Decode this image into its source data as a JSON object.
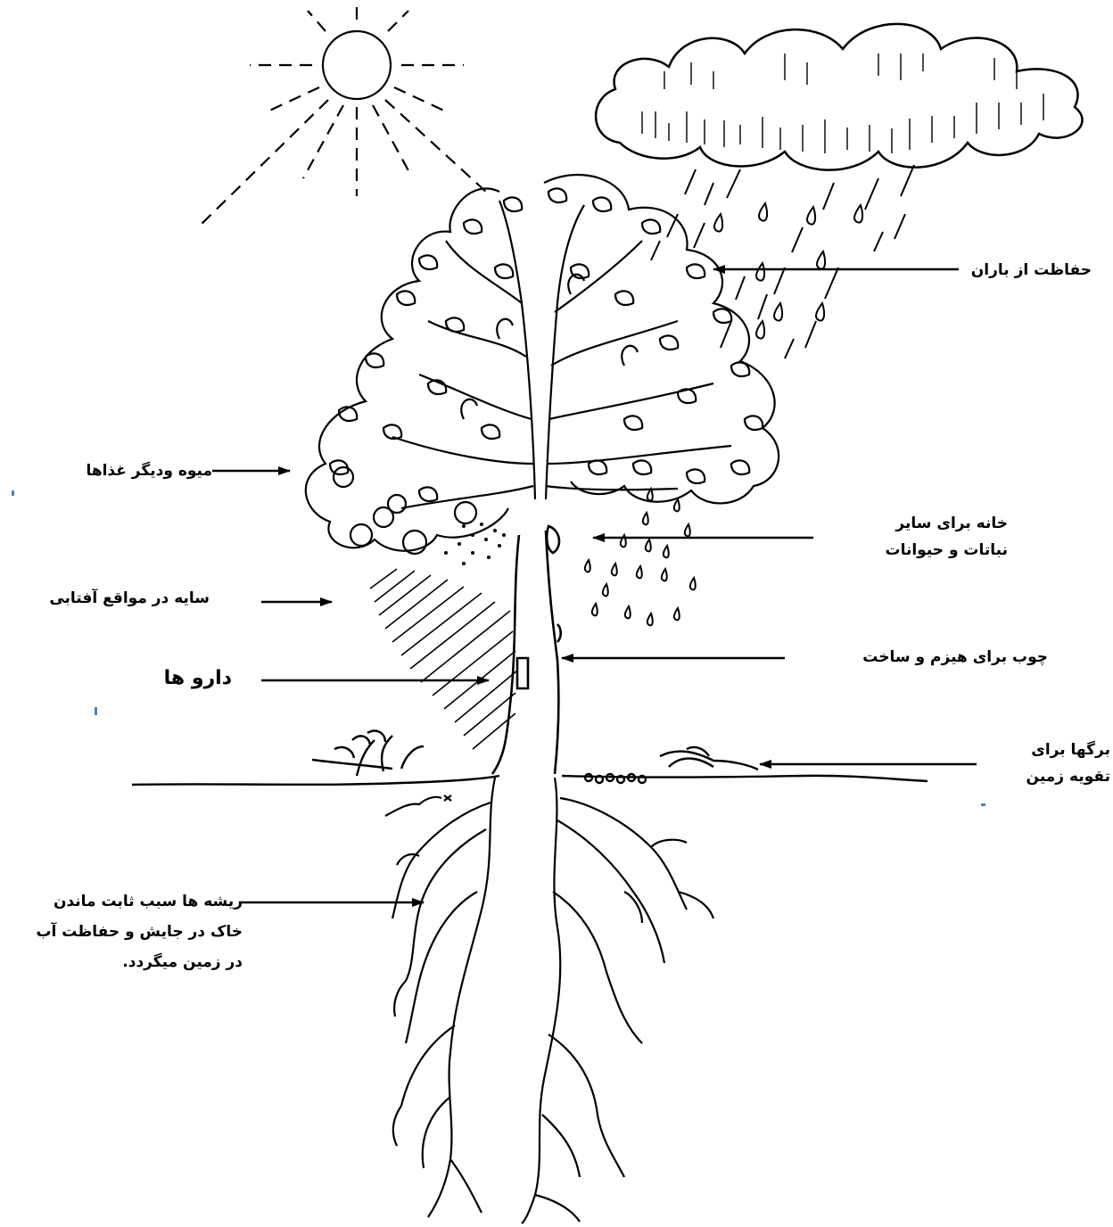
{
  "labels": {
    "rain_protection": "حفاظت از باران",
    "fruit_food": "میوه ودیگر غذاها",
    "home_line1": "خانه برای سایر",
    "home_line2": "نباتات و حیوانات",
    "shade": "سایه در مواقع آفتابی",
    "wood": "چوب برای هیزم و ساخت",
    "medicine": "دارو ها",
    "leaves_line1": "برگها برای",
    "leaves_line2": "تقویه زمین",
    "roots_line1": "ریشه ها سبب ثابت ماندن",
    "roots_line2": "خاک در جایش و حفاظت آب",
    "roots_line3": "در زمین میگردد."
  },
  "colors": {
    "ink": "#000000",
    "background": "#ffffff",
    "marker": "#4a7fc0"
  }
}
